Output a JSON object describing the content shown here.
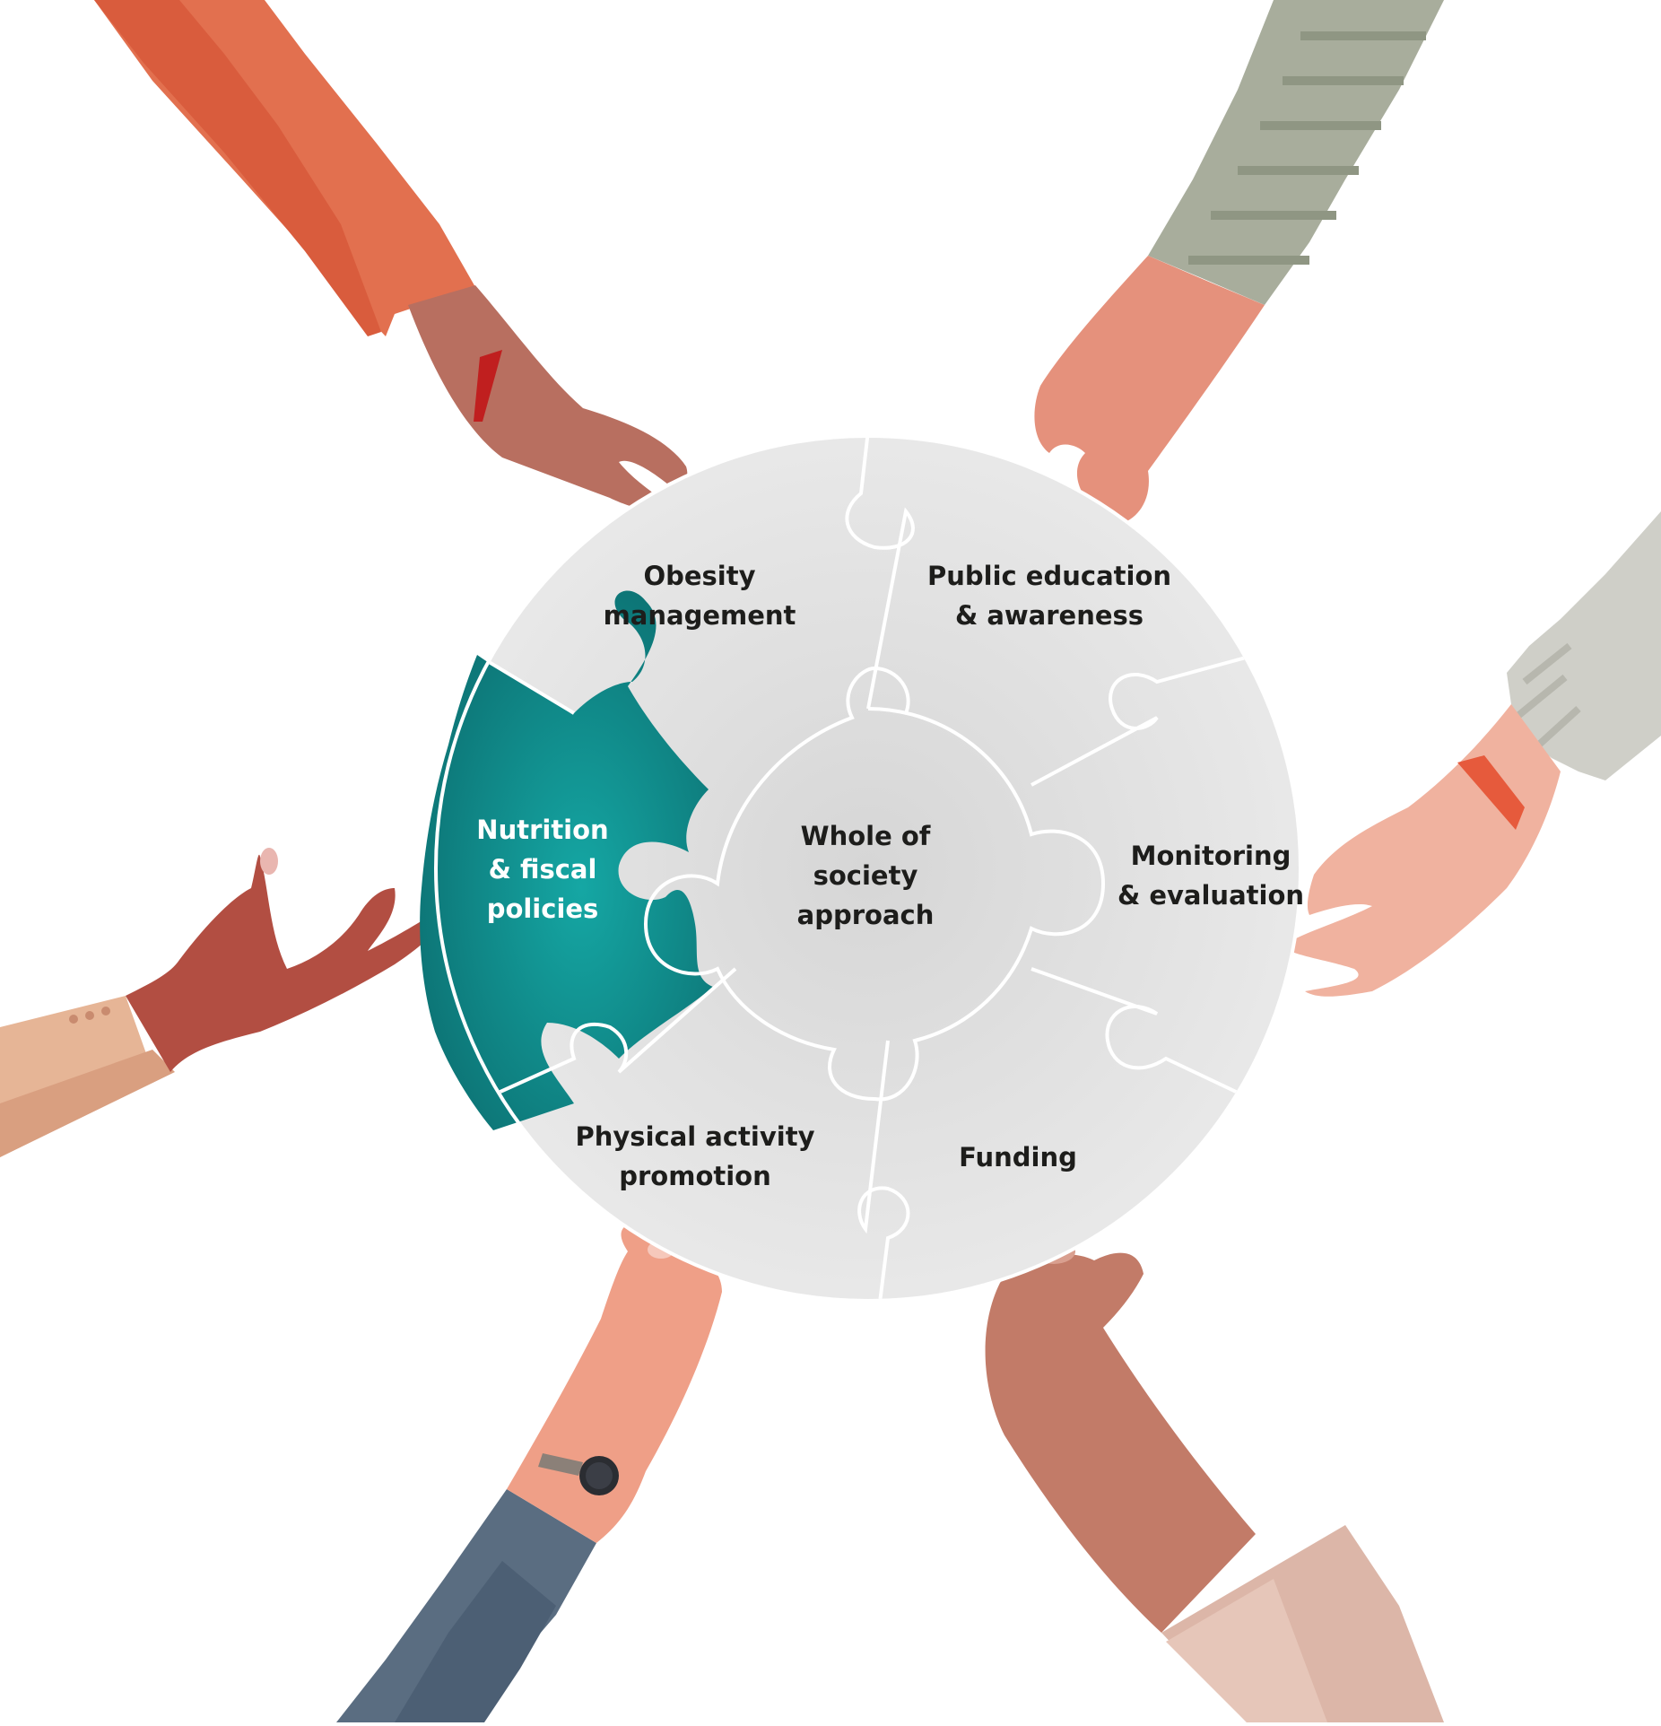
{
  "diagram": {
    "center": {
      "lines": [
        "Whole of",
        "society",
        "approach"
      ]
    },
    "pieces": [
      {
        "id": "obesity",
        "lines": [
          "Obesity",
          "management"
        ]
      },
      {
        "id": "public",
        "lines": [
          "Public education",
          "& awareness"
        ]
      },
      {
        "id": "monitoring",
        "lines": [
          "Monitoring",
          "& evaluation"
        ]
      },
      {
        "id": "funding",
        "lines": [
          "Funding"
        ]
      },
      {
        "id": "physical",
        "lines": [
          "Physical activity",
          "promotion"
        ]
      },
      {
        "id": "nutrition",
        "lines": [
          "Nutrition",
          "& fiscal",
          "policies"
        ],
        "highlight": true
      }
    ]
  },
  "colors": {
    "puzzle": "#e2e2e2",
    "puzzle_edge": "#ffffff",
    "highlight": "#1a9a9a",
    "label": "#1d1d1b",
    "label_highlight": "#ffffff"
  }
}
